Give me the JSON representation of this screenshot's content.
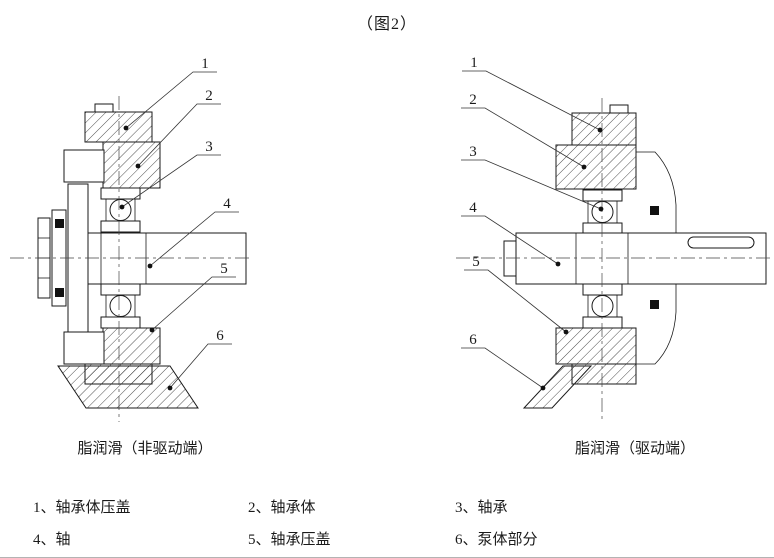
{
  "title": "（图2）",
  "views": [
    {
      "caption": "脂润滑（非驱动端）",
      "callouts": [
        "1",
        "2",
        "3",
        "4",
        "5",
        "6"
      ]
    },
    {
      "caption": "脂润滑（驱动端）",
      "callouts": [
        "1",
        "2",
        "3",
        "4",
        "5",
        "6"
      ]
    }
  ],
  "legend": {
    "items": [
      "1、轴承体压盖",
      "2、轴承体",
      "3、轴承",
      "4、轴",
      "5、轴承压盖",
      "6、泵体部分"
    ]
  },
  "colors": {
    "line": "#1a1a1a",
    "background": "#ffffff"
  }
}
